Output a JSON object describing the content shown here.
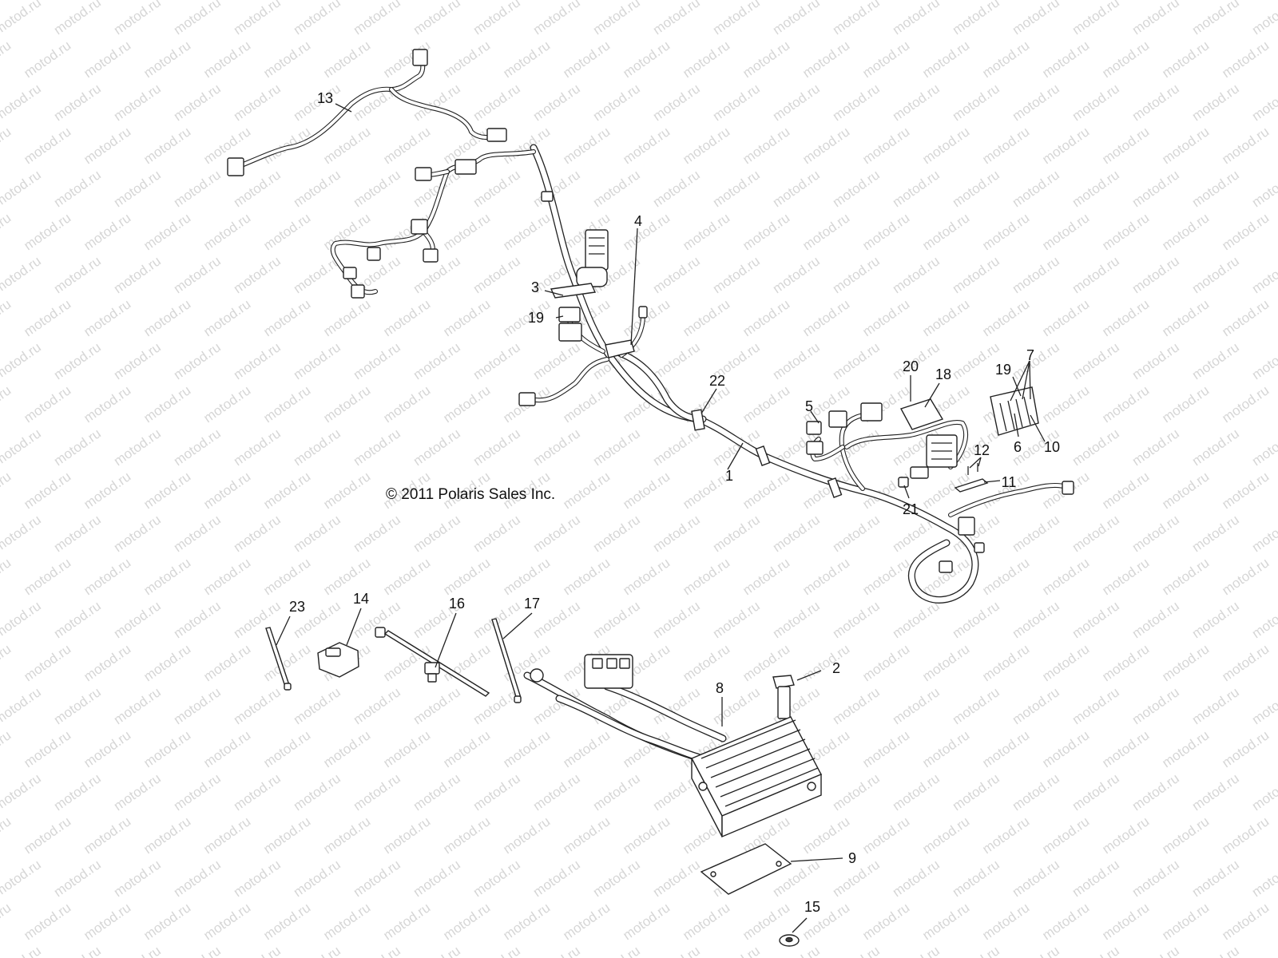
{
  "copyright": "© 2011 Polaris Sales Inc.",
  "watermark": "motod.ru",
  "colors": {
    "line": "#222222",
    "watermark": "#d6d6d6",
    "background": "#ffffff"
  },
  "callouts": [
    {
      "id": "c1",
      "label": "1"
    },
    {
      "id": "c2",
      "label": "2"
    },
    {
      "id": "c3",
      "label": "3"
    },
    {
      "id": "c4",
      "label": "4"
    },
    {
      "id": "c5",
      "label": "5"
    },
    {
      "id": "c6",
      "label": "6"
    },
    {
      "id": "c7",
      "label": "7"
    },
    {
      "id": "c8",
      "label": "8"
    },
    {
      "id": "c9",
      "label": "9"
    },
    {
      "id": "c10",
      "label": "10"
    },
    {
      "id": "c11",
      "label": "11"
    },
    {
      "id": "c12",
      "label": "12"
    },
    {
      "id": "c13",
      "label": "13"
    },
    {
      "id": "c14",
      "label": "14"
    },
    {
      "id": "c15",
      "label": "15"
    },
    {
      "id": "c16",
      "label": "16"
    },
    {
      "id": "c17",
      "label": "17"
    },
    {
      "id": "c18",
      "label": "18"
    },
    {
      "id": "c19a",
      "label": "19"
    },
    {
      "id": "c19b",
      "label": "19"
    },
    {
      "id": "c20",
      "label": "20"
    },
    {
      "id": "c21",
      "label": "21"
    },
    {
      "id": "c22",
      "label": "22"
    },
    {
      "id": "c23",
      "label": "23"
    }
  ]
}
